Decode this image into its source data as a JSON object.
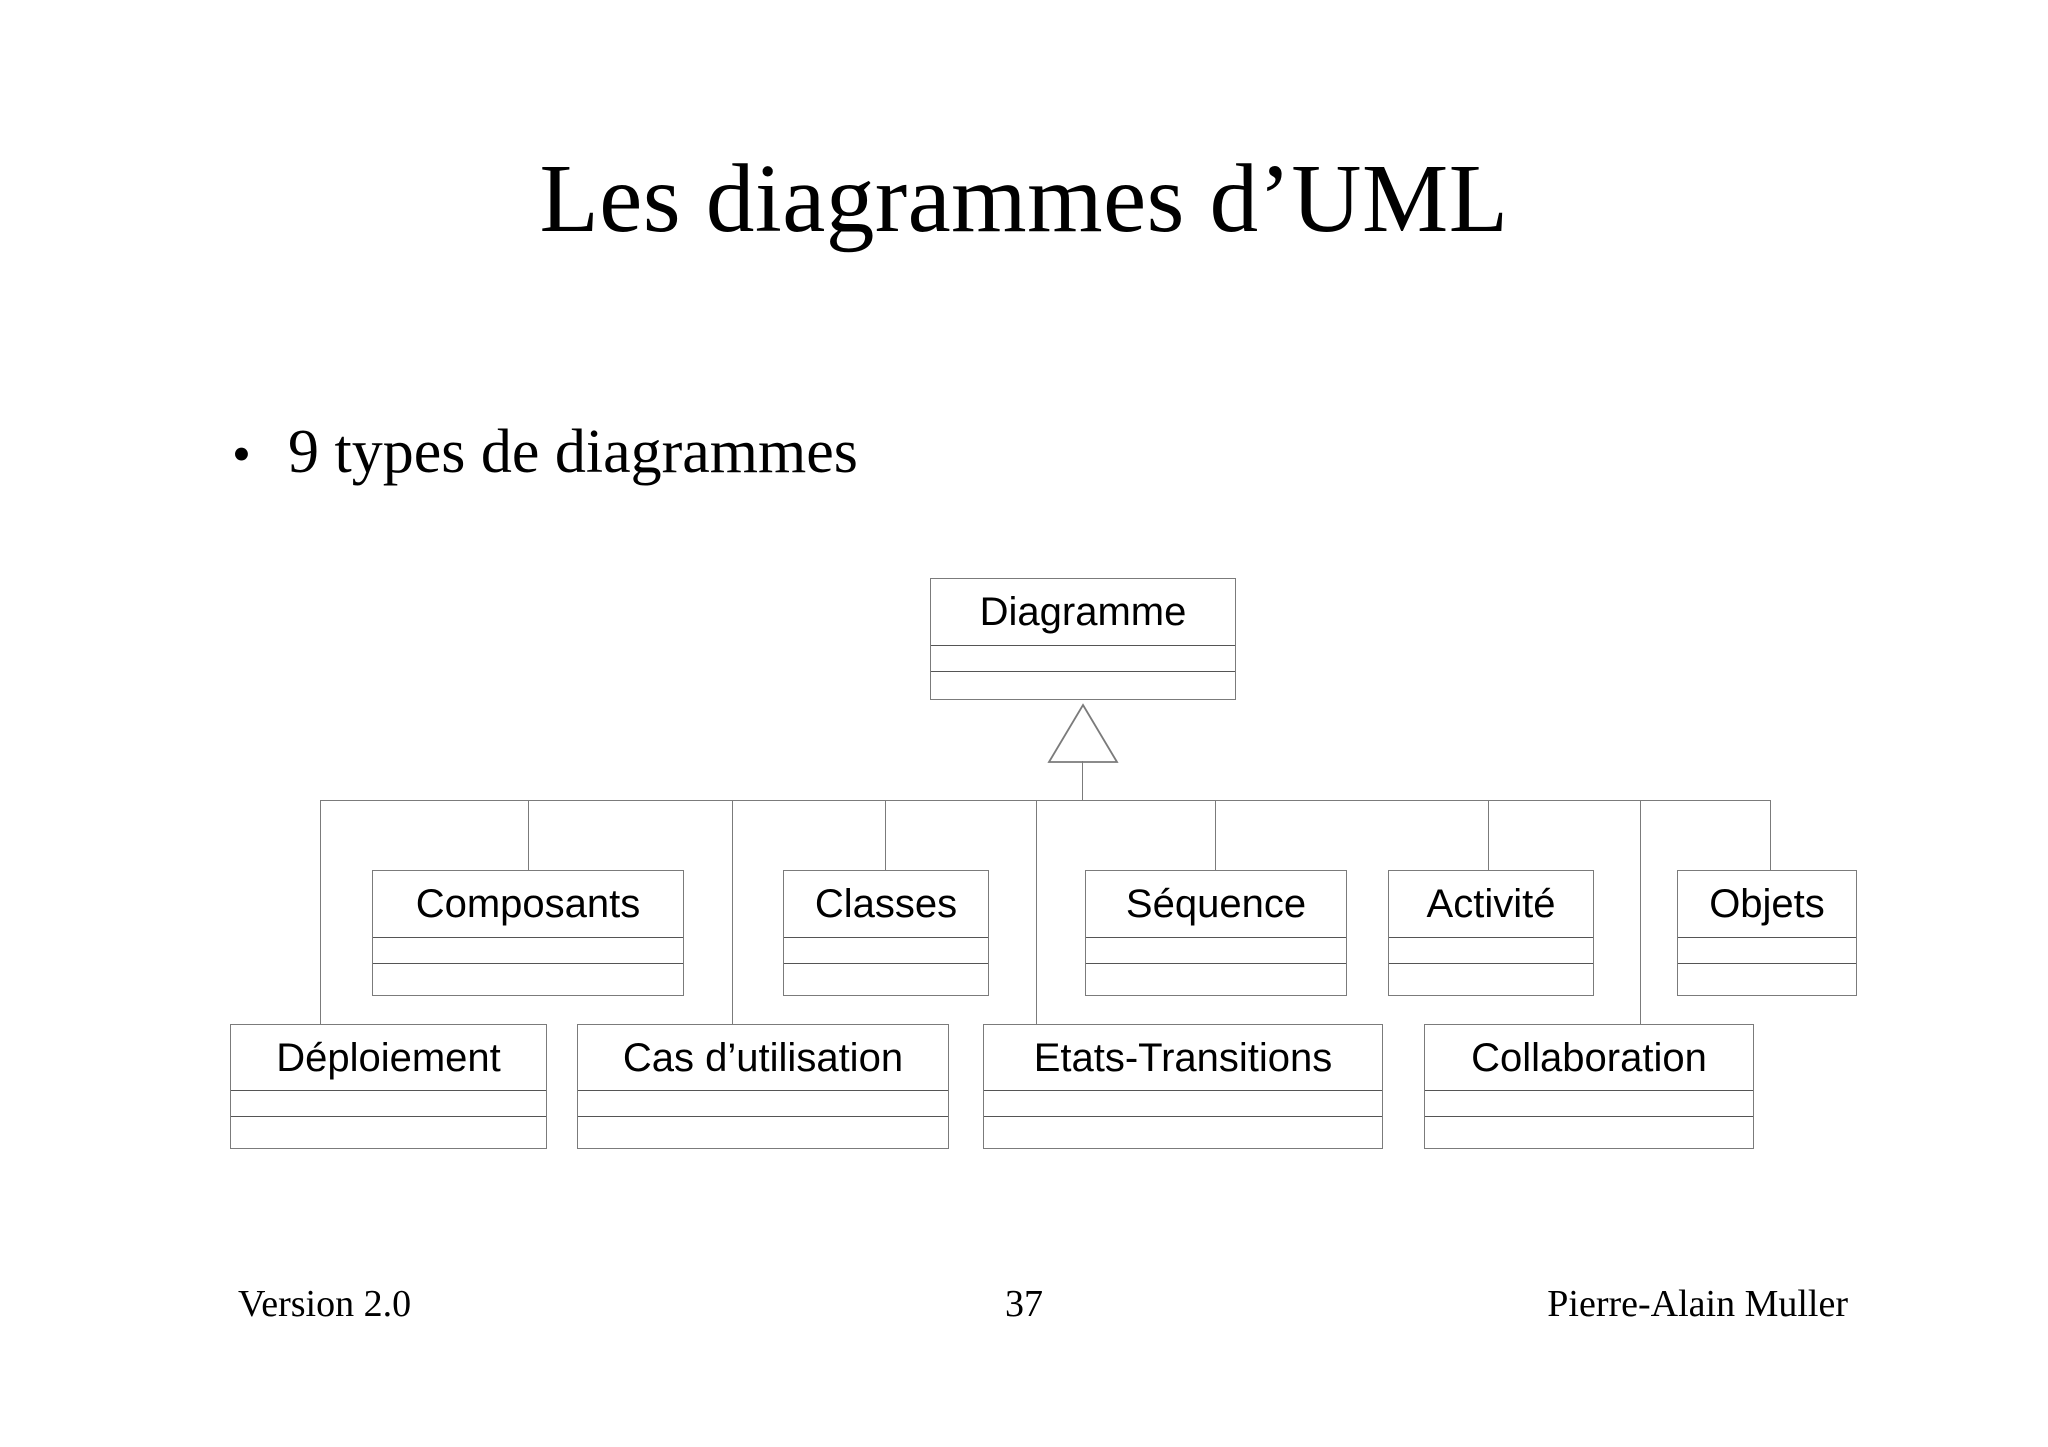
{
  "slide": {
    "title": "Les diagrammes d’UML",
    "page_number": "37",
    "background_color": "#ffffff",
    "text_color": "#000000"
  },
  "bullets": [
    {
      "marker": "•",
      "text": "9 types de diagrammes"
    }
  ],
  "uml": {
    "root": {
      "name": "Diagramme",
      "compartments": 3
    },
    "relationship": "generalization",
    "children": [
      {
        "name": "Composants"
      },
      {
        "name": "Classes"
      },
      {
        "name": "Séquence"
      },
      {
        "name": "Activité"
      },
      {
        "name": "Objets"
      },
      {
        "name": "Déploiement"
      },
      {
        "name": "Cas d’utilisation"
      },
      {
        "name": "Etats-Transitions"
      },
      {
        "name": "Collaboration"
      }
    ],
    "line_color": "#7b7b7b",
    "box_fill": "#ffffff"
  },
  "footer": {
    "version": "Version 2.0",
    "page": "37",
    "author": "Pierre-Alain Muller"
  }
}
